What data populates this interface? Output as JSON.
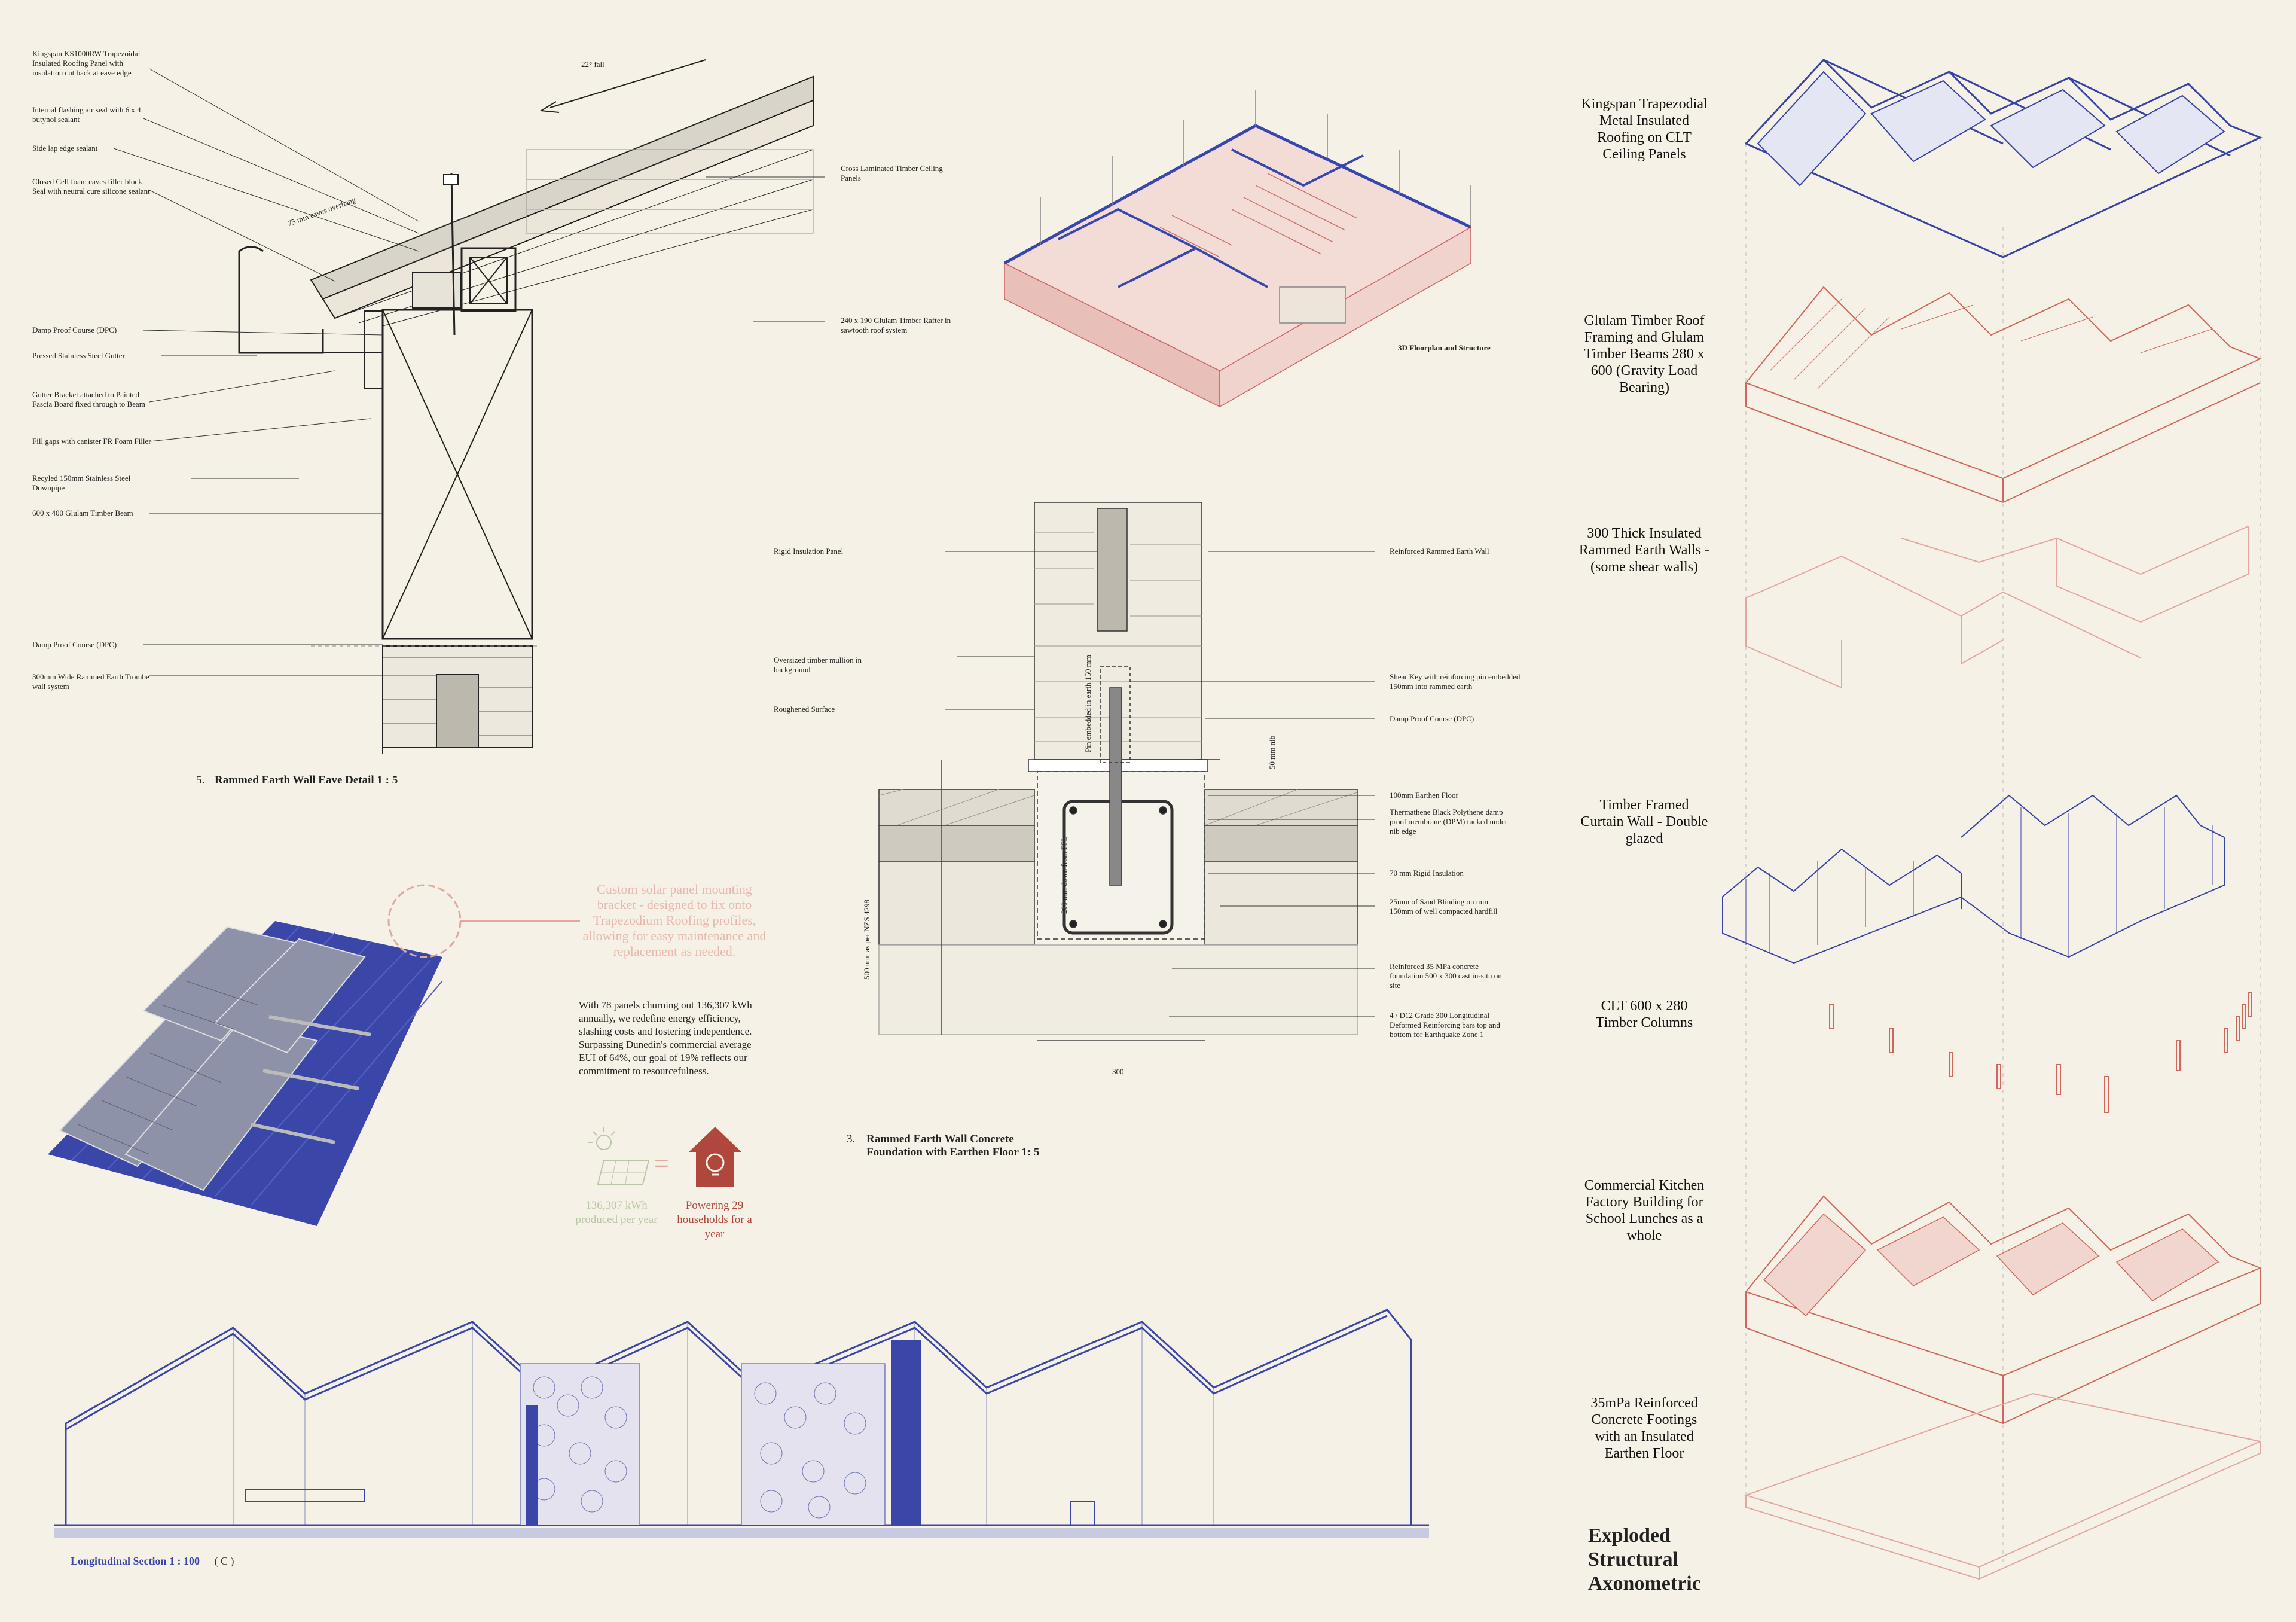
{
  "eave_detail": {
    "labels": [
      "Kingspan KS1000RW Trapezoidal Insulated Roofing Panel with insulation cut back at eave edge",
      "Internal flashing air seal with 6 x 4 butynol sealant",
      "Side lap edge sealant",
      "Closed Cell foam eaves filler block. Seal with neutral cure silicone sealant",
      "Damp Proof Course (DPC)",
      "Pressed Stainless Steel Gutter",
      "Gutter Bracket attached to Painted Fascia Board fixed through to Beam",
      "Fill gaps with canister FR Foam Filler",
      "Recyled 150mm Stainless Steel Downpipe",
      "600 x 400 Glulam Timber Beam",
      "Damp Proof Course (DPC)",
      "300mm Wide Rammed Earth Trombe wall system"
    ],
    "right_labels": [
      "Cross Laminated Timber Ceiling Panels",
      "240 x 190 Glulam Timber Rafter in sawtooth roof system"
    ],
    "fall": "22° fall",
    "overhang": "75 mm eaves overhang",
    "caption_num": "5.",
    "caption": "Rammed Earth Wall Eave Detail 1 : 5"
  },
  "floorplan": {
    "caption": "3D Floorplan and Structure"
  },
  "foundation": {
    "left_labels": [
      "Rigid Insulation Panel",
      "Oversized timber mullion in background",
      "Roughened Surface"
    ],
    "right_labels": [
      "Reinforced Rammed Earth Wall",
      "Shear Key with reinforcing pin embedded 150mm into rammed earth",
      "Damp Proof Course (DPC)",
      "100mm Earthen Floor",
      "Thermathene Black Polythene damp proof membrane (DPM) tucked under nib edge",
      "70 mm Rigid Insulation",
      "25mm of Sand Blinding on min 150mm of well compacted hardfill",
      "Reinforced 35 MPa concrete foundation 500 x 300 cast in-situ on site",
      "4 / D12 Grade 300 Longitudinal Deformed Reinforcing bars top and bottom for Earthquake Zone 1"
    ],
    "dim_nib": "50 mm nib",
    "dim_depth": "500 mm as per NZS 4298",
    "dim_pin": "Pin embedded in earth 150 mm",
    "dim_ffl": "200 mm down from FFL",
    "dim_width": "300",
    "caption_num": "3.",
    "caption": "Rammed Earth Wall Concrete Foundation with Earthen Floor 1:  5"
  },
  "solar": {
    "callout": "Custom solar panel mounting bracket - designed to fix onto Trapezodium Roofing profiles, allowing for easy maintenance and replacement as needed.",
    "paragraph": "With 78 panels churning out 136,307 kWh annually, we redefine energy efficiency, slashing costs and fostering independence. Surpassing Dunedin's commercial average EUI of 64%, our goal of 19% reflects our commitment to resourcefulness.",
    "kwh": "136,307 kWh produced per year",
    "equals": "=",
    "households": "Powering 29 households for a year",
    "colors": {
      "green": "#b9c7a6",
      "red": "#b0473d",
      "blue": "#3b47a8"
    }
  },
  "section": {
    "caption": "Longitudinal Section 1 : 100",
    "tag": "( C )"
  },
  "exploded": {
    "layers": [
      "Kingspan Trapezodial Metal Insulated Roofing on CLT Ceiling Panels",
      "Glulam Timber Roof Framing and Glulam Timber Beams 280 x 600 (Gravity Load Bearing)",
      "300 Thick Insulated Rammed Earth Walls - (some shear walls)",
      "Timber Framed Curtain Wall - Double glazed",
      "CLT 600 x 280 Timber Columns",
      "Commercial Kitchen Factory Building for School Lunches as a whole",
      "35mPa Reinforced Concrete Footings with an Insulated Earthen Floor"
    ],
    "title": "Exploded Structural Axonometric",
    "colors": {
      "blue": "#3843a6",
      "red": "#d0675c",
      "pink": "#e2a8a0"
    }
  }
}
